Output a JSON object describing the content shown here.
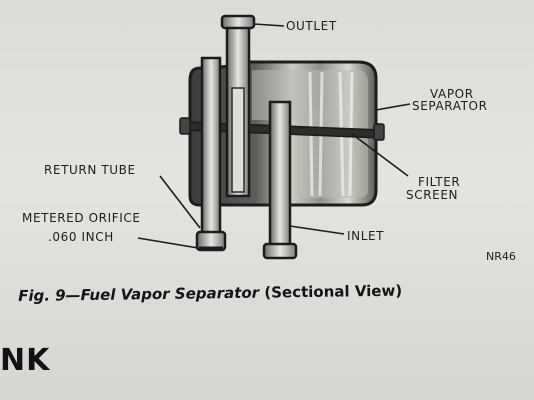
{
  "labels": {
    "outlet": "OUTLET",
    "vapor_separator_line1": "VAPOR",
    "vapor_separator_line2": "SEPARATOR",
    "filter_screen_line1": "FILTER",
    "filter_screen_line2": "SCREEN",
    "return_tube": "RETURN TUBE",
    "metered_orifice_line1": "METERED ORIFICE",
    "metered_orifice_line2": ".060 INCH",
    "inlet": "INLET"
  },
  "figure_ref": "NR46",
  "caption": {
    "number": "Fig. 9",
    "dash": "—",
    "title": "Fuel Vapor Separator",
    "subtitle": "(Sectional View)"
  },
  "heading": "NK"
}
